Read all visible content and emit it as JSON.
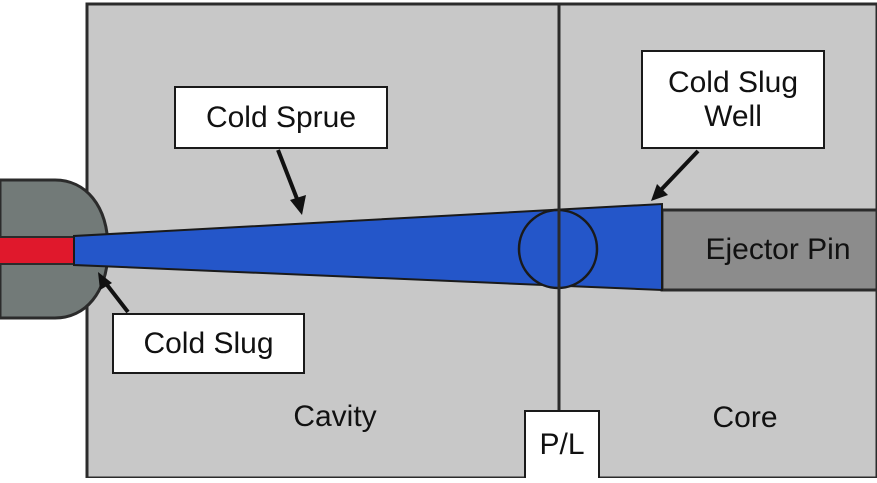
{
  "diagram": {
    "labels": {
      "cold_sprue": "Cold Sprue",
      "cold_slug_well": "Cold Slug\nWell",
      "ejector_pin": "Ejector Pin",
      "cold_slug": "Cold Slug",
      "cavity": "Cavity",
      "core": "Core",
      "parting_line": "P/L"
    },
    "colors": {
      "background": "#ffffff",
      "mold_plate": "#c8c8c8",
      "mold_line": "#2b2b2b",
      "nozzle": "#727a78",
      "melt": "#e0182c",
      "sprue": "#2456c9",
      "ejector_pin": "#8c8c8c"
    }
  }
}
